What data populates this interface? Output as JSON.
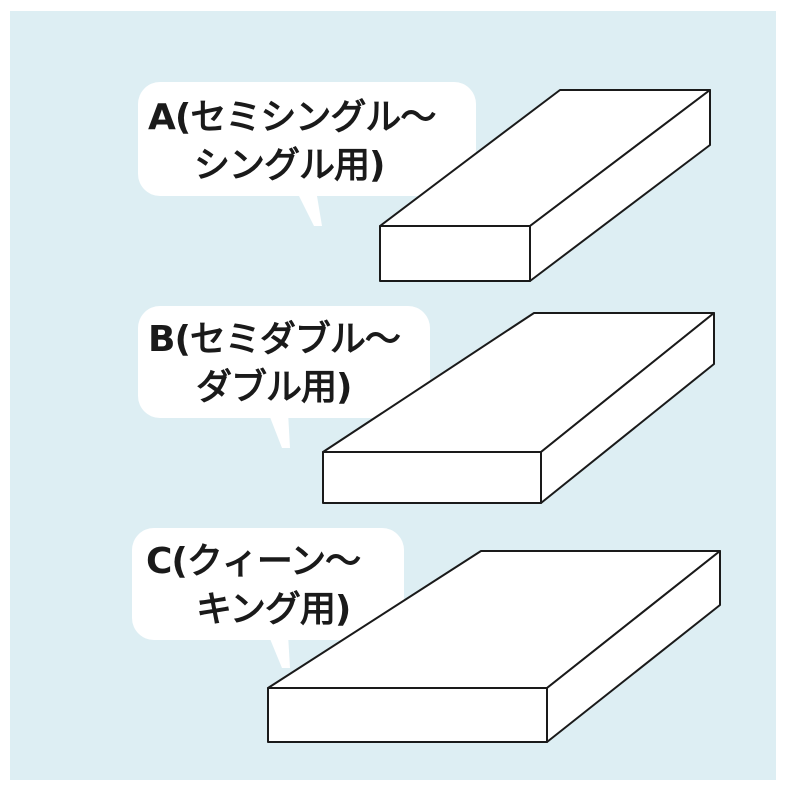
{
  "colors": {
    "background": "#ddeef3",
    "bubble": "#ffffff",
    "mattress_fill": "#ffffff",
    "outline": "#1a1a1a",
    "text": "#1a1a1a"
  },
  "items": [
    {
      "id": "A",
      "line1": "A(セミシングル〜",
      "line2": "シングル用)"
    },
    {
      "id": "B",
      "line1": "B(セミダブル〜",
      "line2": "ダブル用)"
    },
    {
      "id": "C",
      "line1": "C(クィーン〜",
      "line2": "キング用)"
    }
  ]
}
